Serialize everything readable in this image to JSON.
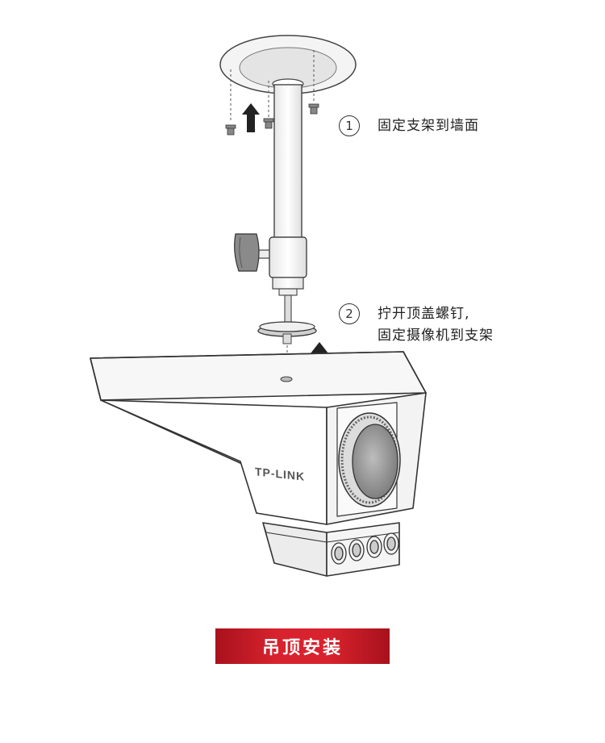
{
  "steps": [
    {
      "num": "1",
      "lines": [
        "固定支架到墙面"
      ]
    },
    {
      "num": "2",
      "lines": [
        "拧开顶盖螺钉,",
        "固定摄像机到支架"
      ]
    }
  ],
  "brand_logo": "TP-LINK",
  "caption": "吊顶安装",
  "colors": {
    "caption_bg": "#d8232e",
    "line": "#444444",
    "arrow": "#222222"
  }
}
